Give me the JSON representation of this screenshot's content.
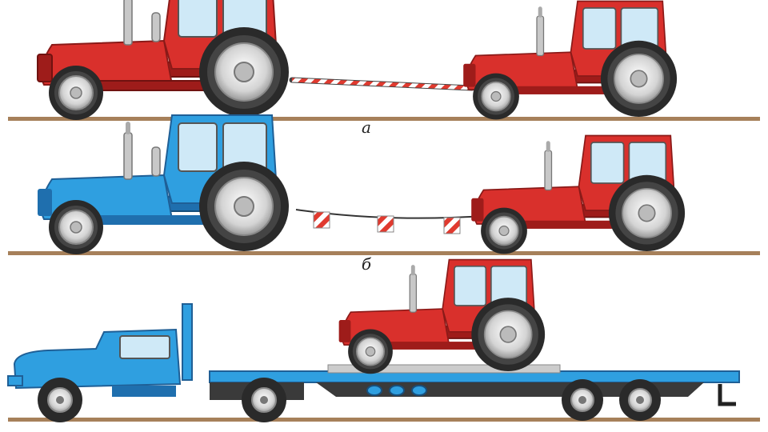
{
  "panels": [
    {
      "id": "a",
      "caption": "а",
      "method": "rigid-tow-bar"
    },
    {
      "id": "b",
      "caption": "б",
      "method": "flexible-tow-cable"
    },
    {
      "id": "c",
      "caption": "",
      "method": "flatbed-trailer"
    }
  ],
  "colors": {
    "blue_body": "#2f9fe0",
    "blue_dark": "#1f6fae",
    "red_body": "#d9302c",
    "red_dark": "#9e1c1a",
    "tire": "#2a2a2a",
    "rim": "#d9d9d9",
    "glass": "#cfe9f7",
    "ground": "#a6805a",
    "chrome": "#c8c8c8",
    "warning_red": "#e03a2f"
  }
}
